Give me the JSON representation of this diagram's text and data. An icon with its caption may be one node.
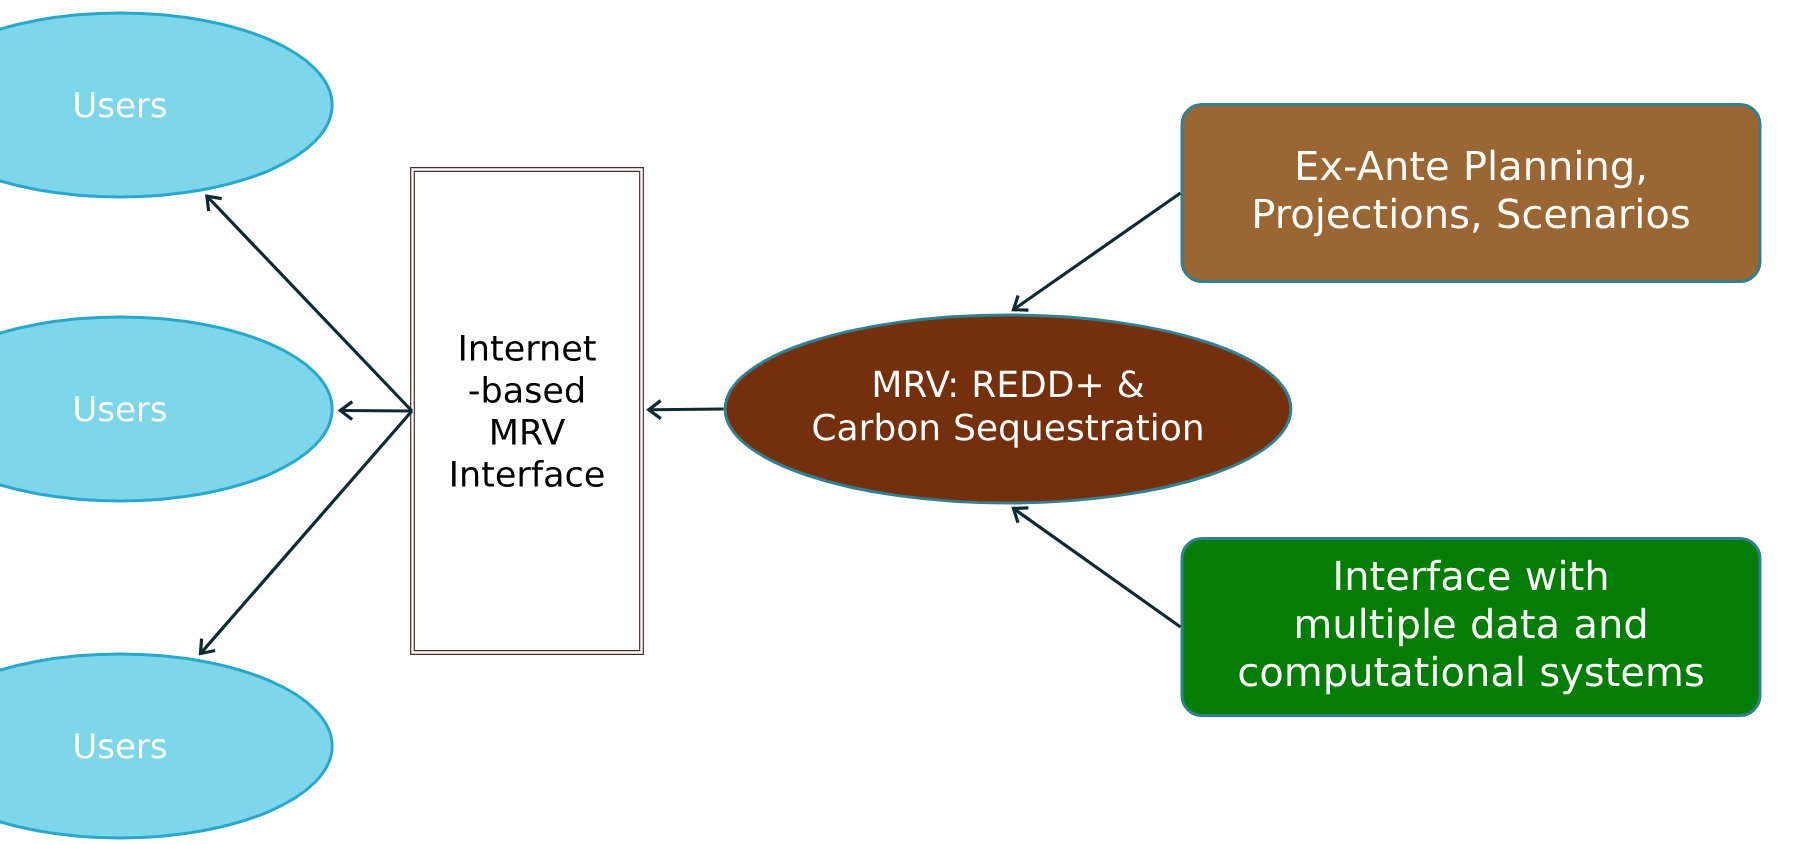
{
  "diagram": {
    "nodes": [
      {
        "text": [
          "Users"
        ]
      },
      {
        "text": [
          "Users"
        ]
      },
      {
        "text": [
          "Users"
        ]
      },
      {
        "text": [
          "Internet -based MRV Interface"
        ]
      },
      {
        "text": [
          "MRV: REDD+ & Carbon Sequestration"
        ]
      },
      {
        "text": [
          "Ex-Ante Planning, Projections, Scenarios"
        ]
      },
      {
        "text": [
          "Interface with multiple data and computational systems"
        ]
      }
    ],
    "edges": [
      {
        "from": 3,
        "to": 0,
        "arrow": "to"
      },
      {
        "from": 3,
        "to": 1,
        "arrow": "to"
      },
      {
        "from": 3,
        "to": 2,
        "arrow": "to"
      },
      {
        "from": 4,
        "to": 3,
        "arrow": "to"
      },
      {
        "from": 5,
        "to": 4,
        "arrow": "to"
      },
      {
        "from": 6,
        "to": 4,
        "arrow": "to"
      }
    ]
  }
}
